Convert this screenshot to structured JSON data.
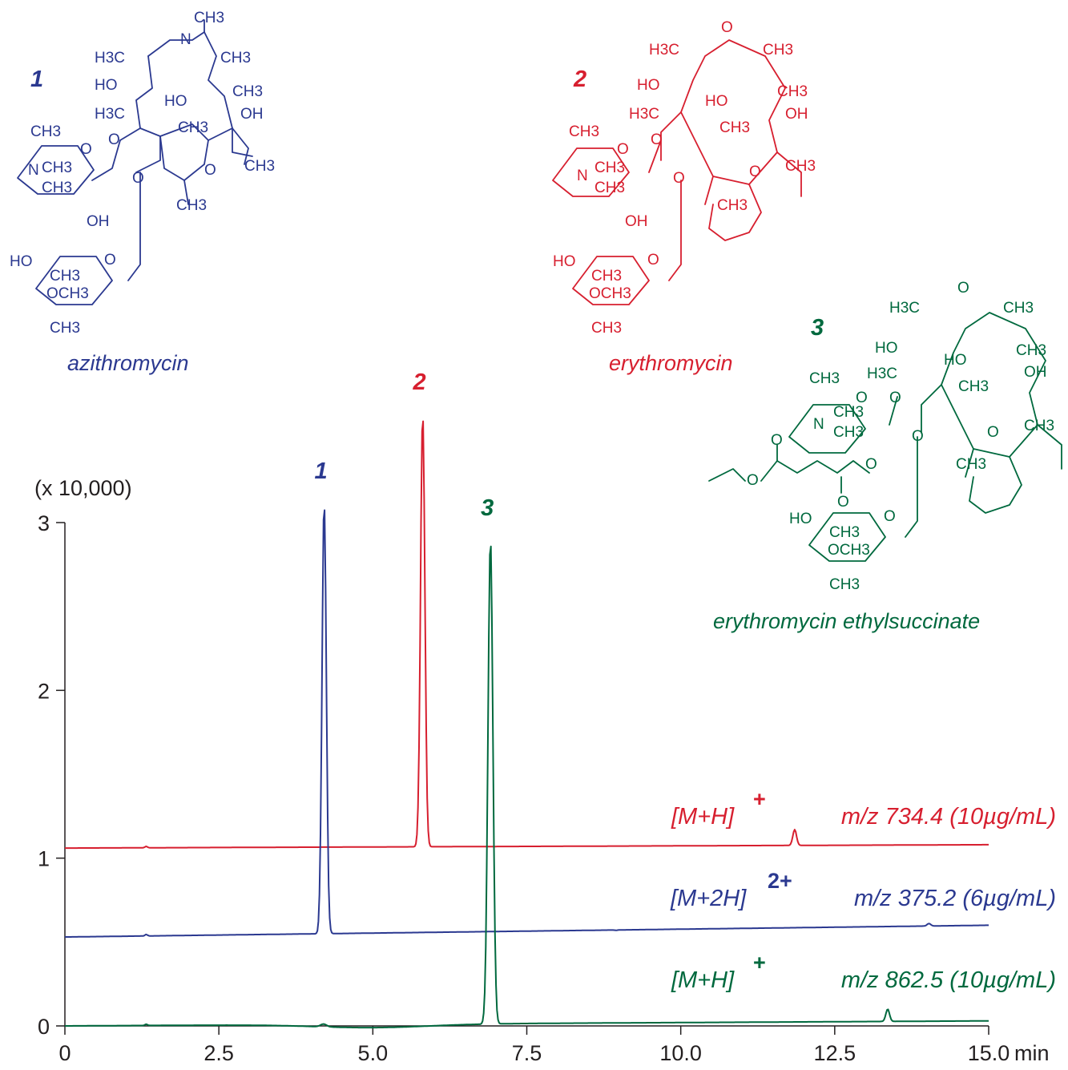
{
  "chart_data": {
    "type": "line",
    "scale_label": "(x 10,000)",
    "x_unit": "min",
    "xlim": [
      0,
      15
    ],
    "ylim": [
      0,
      3
    ],
    "x_ticks": [
      "0",
      "2.5",
      "5.0",
      "7.5",
      "10.0",
      "12.5",
      "15.0"
    ],
    "y_ticks": [
      "0",
      "1",
      "2",
      "3"
    ],
    "grid": false,
    "colors": {
      "azithromycin": "#2b3990",
      "erythromycin": "#d71f2f",
      "ethylsuccinate": "#00693e",
      "axis": "#231f20"
    },
    "series": [
      {
        "name": "[M+H]+ m/z 734.4 (10µg/mL)",
        "ion": "[M+H]",
        "charge": "+",
        "mz": "m/z 734.4 (10µg/mL)",
        "peak_label": "2",
        "color": "#d71f2f",
        "baseline_start": 1.06,
        "baseline_end": 1.08,
        "peaks": [
          {
            "x": 5.81,
            "y": 3.65,
            "w": 0.035
          },
          {
            "x": 11.85,
            "y": 1.17,
            "w": 0.03
          },
          {
            "x": 1.32,
            "y": 1.07,
            "w": 0.02
          }
        ]
      },
      {
        "name": "[M+2H]2+ m/z 375.2 (6µg/mL)",
        "ion": "[M+2H]",
        "charge": "2+",
        "mz": "m/z 375.2 (6µg/mL)",
        "peak_label": "1",
        "color": "#2b3990",
        "baseline_start": 0.53,
        "baseline_end": 0.6,
        "peaks": [
          {
            "x": 4.21,
            "y": 3.12,
            "w": 0.035
          },
          {
            "x": 14.03,
            "y": 0.61,
            "w": 0.03
          },
          {
            "x": 8.95,
            "y": 0.57,
            "w": 0.025
          },
          {
            "x": 1.32,
            "y": 0.545,
            "w": 0.02
          }
        ]
      },
      {
        "name": "[M+H]+ m/z 862.5 (10µg/mL)",
        "ion": "[M+H]",
        "charge": "+",
        "mz": "m/z 862.5 (10µg/mL)",
        "peak_label": "3",
        "color": "#00693e",
        "baseline_start": 0.0,
        "baseline_end": 0.03,
        "peaks": [
          {
            "x": 6.91,
            "y": 2.9,
            "w": 0.04
          },
          {
            "x": 13.36,
            "y": 0.1,
            "w": 0.03
          },
          {
            "x": 4.2,
            "y": 0.025,
            "w": 0.05
          },
          {
            "x": 1.32,
            "y": 0.01,
            "w": 0.02
          }
        ]
      }
    ]
  },
  "compounds": [
    {
      "number": "1",
      "name": "azithromycin",
      "color": "#2b3990"
    },
    {
      "number": "2",
      "name": "erythromycin",
      "color": "#d71f2f"
    },
    {
      "number": "3",
      "name": "erythromycin ethylsuccinate",
      "color": "#00693e"
    }
  ]
}
